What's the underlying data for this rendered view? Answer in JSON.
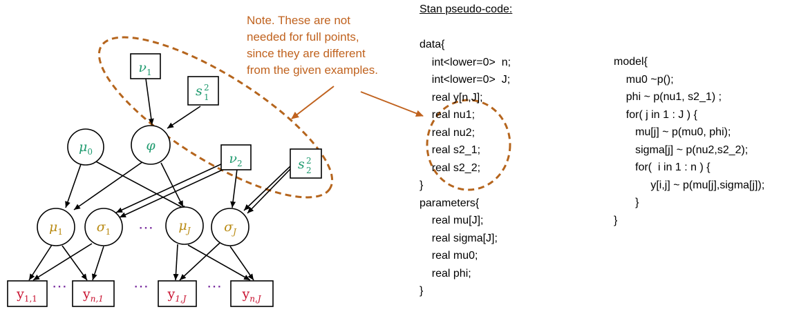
{
  "colors": {
    "green": "#1e9a6e",
    "gold": "#b98a12",
    "red": "#c8102e",
    "purple": "#7b2fa0",
    "orange": "#c0621e"
  },
  "diagram": {
    "hyper_params": [
      {
        "id": "nu1",
        "base": "ν",
        "sub": "1"
      },
      {
        "id": "s1",
        "base": "s",
        "sub": "1",
        "sup": "2"
      },
      {
        "id": "nu2",
        "base": "ν",
        "sub": "2"
      },
      {
        "id": "s2",
        "base": "s",
        "sub": "2",
        "sup": "2"
      }
    ],
    "top_nodes": [
      {
        "id": "mu0",
        "base": "μ",
        "sub": "0"
      },
      {
        "id": "phi",
        "base": "φ",
        "sub": ""
      }
    ],
    "group_nodes": [
      {
        "id": "mu1",
        "base": "μ",
        "sub": "1"
      },
      {
        "id": "sigma1",
        "base": "σ",
        "sub": "1"
      },
      {
        "id": "muJ",
        "base": "μ",
        "sub": "J"
      },
      {
        "id": "sigmaJ",
        "base": "σ",
        "sub": "J"
      }
    ],
    "observations": [
      {
        "id": "y11",
        "base": "y",
        "sub": "1,1"
      },
      {
        "id": "yn1",
        "base": "y",
        "sub": "n,1"
      },
      {
        "id": "y1J",
        "base": "y",
        "sub": "1,J"
      },
      {
        "id": "ynJ",
        "base": "y",
        "sub": "n,J"
      }
    ],
    "ellipsis": "⋯"
  },
  "note": {
    "lines": [
      "Note. These are not",
      "needed for full points,",
      "since they are different",
      "from the given examples."
    ]
  },
  "code": {
    "heading": "Stan pseudo-code:",
    "left": [
      "data{",
      "    int<lower=0>  n;",
      "    int<lower=0>  J;",
      "    real y[n,J];",
      "    real nu1;",
      "    real nu2;",
      "    real s2_1;",
      "    real s2_2;",
      "}",
      "parameters{",
      "    real mu[J];",
      "    real sigma[J];",
      "    real mu0;",
      "    real phi;",
      "}"
    ],
    "right": [
      "model{",
      "    mu0 ~p();",
      "    phi ~ p(nu1, s2_1) ;",
      "    for( j in 1 : J ) {",
      "       mu[j] ~ p(mu0, phi);",
      "       sigma[j] ~ p(nu2,s2_2);",
      "       for(  i in 1 : n ) {",
      "            y[i,j] ~ p(mu[j],sigma[j]);",
      "       }",
      "}"
    ]
  }
}
